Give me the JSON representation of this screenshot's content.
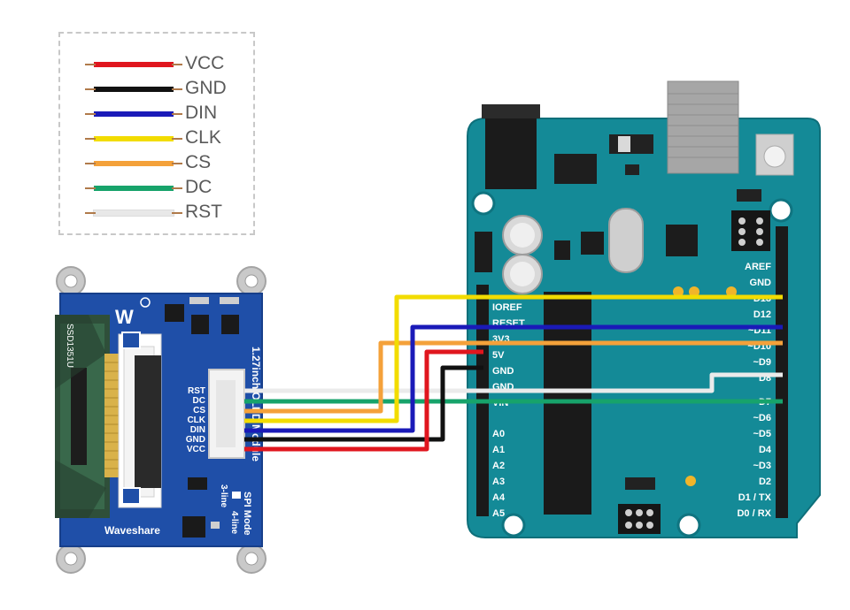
{
  "legend": [
    {
      "label": "VCC",
      "color": "#e0161e"
    },
    {
      "label": "GND",
      "color": "#111111"
    },
    {
      "label": "DIN",
      "color": "#1a1ab8"
    },
    {
      "label": "CLK",
      "color": "#f2dc00"
    },
    {
      "label": "CS",
      "color": "#f4a13a"
    },
    {
      "label": "DC",
      "color": "#17a36b"
    },
    {
      "label": "RST",
      "color": "#ececec"
    }
  ],
  "oled": {
    "brand": "Waveshare",
    "title": "1.27inch OLED Module",
    "chip": "SSD1351U",
    "pins": [
      "RST",
      "DC",
      "CS",
      "CLK",
      "DIN",
      "GND",
      "VCC"
    ],
    "spi_mode": "SPI Mode",
    "mode_a": "3-line",
    "mode_b": "4-line"
  },
  "arduino": {
    "power_pins": [
      "IOREF",
      "RESET",
      "3V3",
      "5V",
      "GND",
      "GND",
      "VIN"
    ],
    "analog_pins": [
      "A0",
      "A1",
      "A2",
      "A3",
      "A4",
      "A5"
    ],
    "digital_pins": [
      "AREF",
      "GND",
      "D13",
      "D12",
      "~D11",
      "~D10",
      "~D9",
      "D8",
      "D7",
      "~D6",
      "~D5",
      "D4",
      "~D3",
      "D2",
      "D1 / TX",
      "D0 / RX"
    ]
  }
}
